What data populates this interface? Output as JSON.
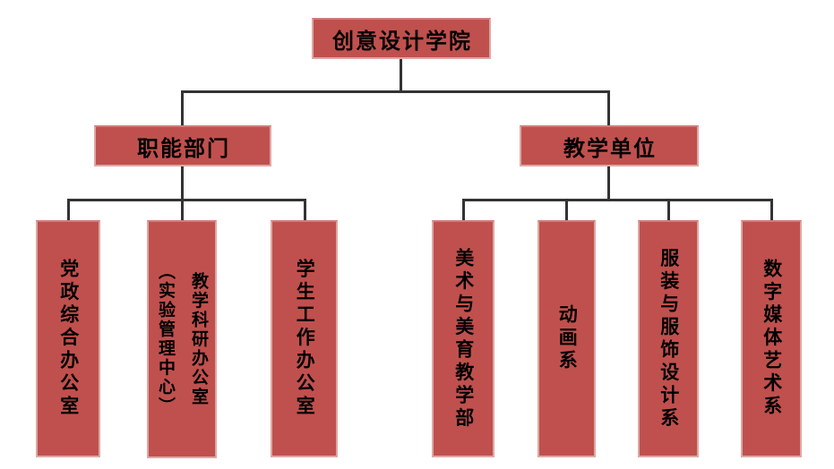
{
  "colors": {
    "box_fill": "#C0504D",
    "box_edge": "#DCA8A4",
    "line_color": "#333333",
    "text_color": "#000000",
    "bg": "#FFFFFF"
  },
  "org": {
    "root": {
      "label": "创意设计学院"
    },
    "branches": [
      {
        "label": "职能部门",
        "children": [
          {
            "label": "党政综合办公室"
          },
          {
            "label": "教学科研办公室\n（实验管理中心）"
          },
          {
            "label": "学生工作办公室"
          }
        ]
      },
      {
        "label": "教学单位",
        "children": [
          {
            "label": "美术与美育教学部"
          },
          {
            "label": "动画系"
          },
          {
            "label": "服装与服饰设计系"
          },
          {
            "label": "数字媒体艺术系"
          }
        ]
      }
    ]
  }
}
